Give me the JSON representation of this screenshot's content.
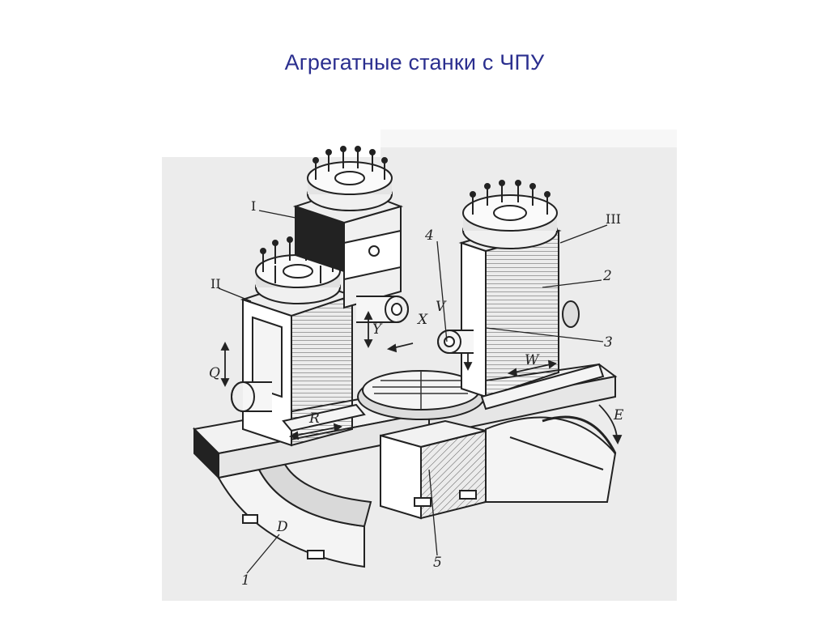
{
  "slide": {
    "title": "Агрегатные станки с ЧПУ"
  },
  "figure": {
    "labels": {
      "I_roman": "I",
      "II_roman": "II",
      "III_roman": "III",
      "n1": "1",
      "n2": "2",
      "n3": "3",
      "n4": "4",
      "n5": "5",
      "Q": "Q",
      "R": "R",
      "Y": "Y",
      "X": "X",
      "V": "V",
      "W": "W",
      "E": "E",
      "D": "D"
    }
  }
}
